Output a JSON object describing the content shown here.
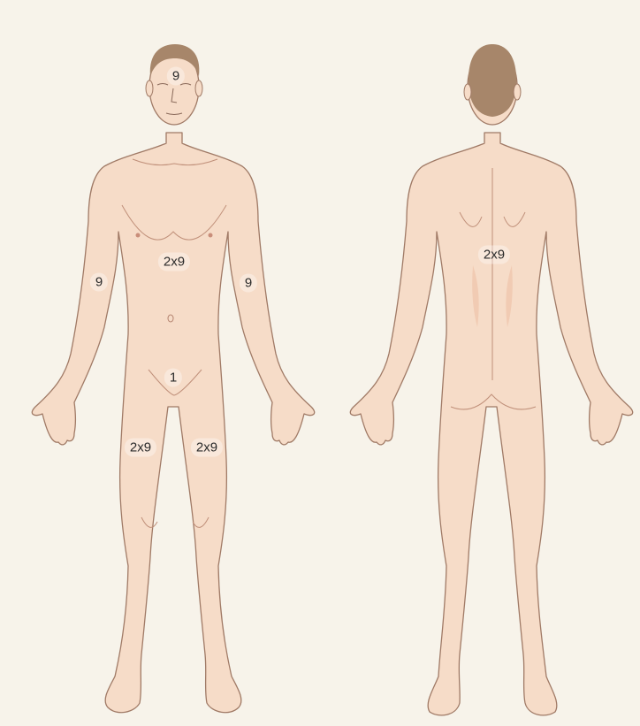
{
  "labels": {
    "head": "9",
    "front_trunk": "2x9",
    "right_arm": "9",
    "left_arm": "9",
    "genitals": "1",
    "right_leg": "2x9",
    "left_leg": "2x9",
    "back_trunk": "2x9"
  },
  "colors": {
    "background": "#f7f3ea",
    "skin": "#f6dcc8",
    "skin_shadow": "#eec0a6",
    "outline": "#a07a66",
    "hair": "#a7866a"
  }
}
